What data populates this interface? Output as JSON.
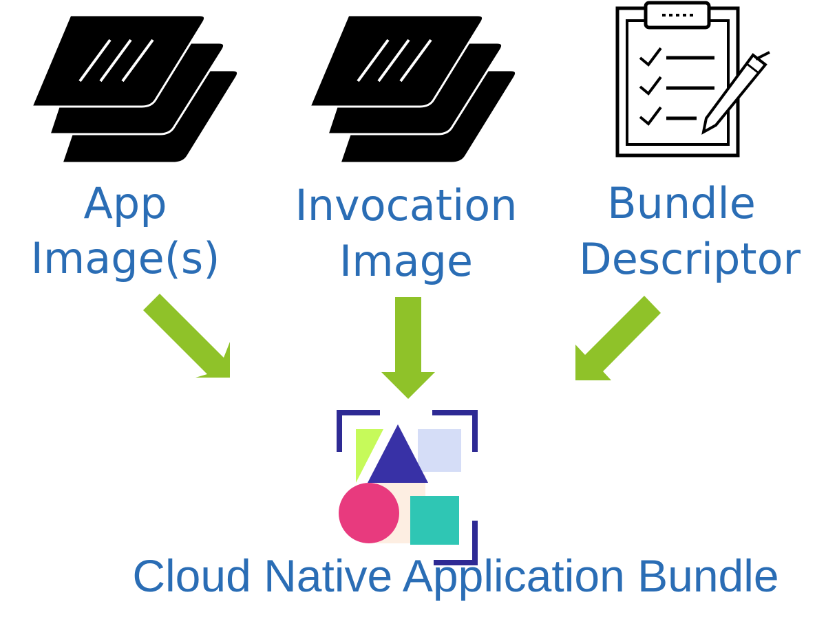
{
  "diagram": {
    "inputs": [
      {
        "line1": "App",
        "line2": "Image(s)",
        "icon": "layers-icon"
      },
      {
        "line1": "Invocation",
        "line2": "Image",
        "icon": "layers-icon"
      },
      {
        "line1": "Bundle",
        "line2": "Descriptor",
        "icon": "clipboard-checklist-icon"
      }
    ],
    "output": {
      "label": "Cloud Native Application Bundle",
      "icon": "cnab-logo-icon"
    }
  },
  "colors": {
    "text": "#2a6db5",
    "arrow": "#8fc229",
    "icon": "#000000",
    "logo_bracket": "#2e2a94",
    "logo_triangle": "#3831a6",
    "logo_circle": "#e83a7e",
    "logo_square": "#2fc6b4",
    "logo_lime": "#c6fa5a",
    "logo_lavender": "#d5ddf7",
    "logo_peach": "#fdeee2"
  }
}
